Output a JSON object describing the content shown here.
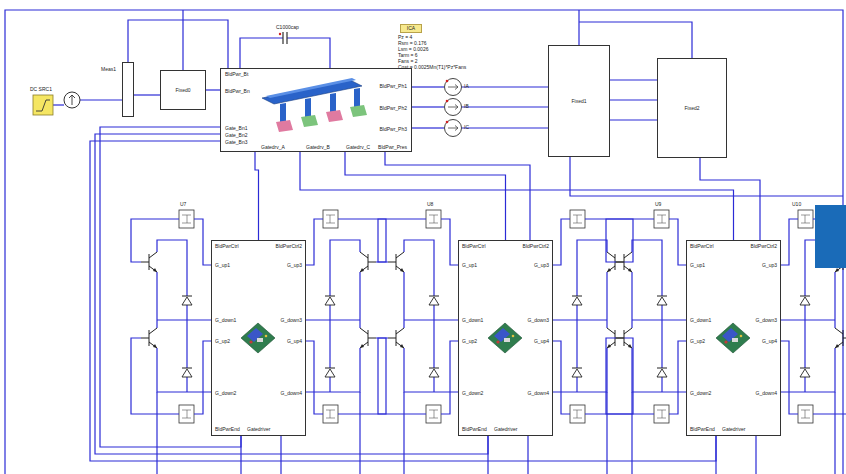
{
  "diagram": {
    "nodes": [
      {
        "text": [
          "Meas1"
        ]
      },
      {
        "text": [
          "Fixed0"
        ]
      },
      {
        "text": [
          "BldPwr_Bt",
          "BldPwr_Bn",
          "Gate_Bn1",
          "Gate_Bn2",
          "Gate_Bn3",
          "BldPwr_Ph1",
          "BldPwr_Ph2",
          "BldPwr_Ph3",
          "Gatedrv_A",
          "Gatedrv_B",
          "Gatedrv_C",
          "BldPwr_Pres"
        ]
      },
      {
        "text": [
          "ICA"
        ]
      },
      {
        "text": [
          "IA"
        ]
      },
      {
        "text": [
          "IB"
        ]
      },
      {
        "text": [
          "IC"
        ]
      },
      {
        "text": [
          "Fixed1"
        ]
      },
      {
        "text": [
          "Fixed2"
        ]
      },
      {
        "text": [
          "BldPwrCtrl",
          "BldPwrCtrl2",
          "G_up1",
          "G_down1",
          "G_up2",
          "G_down2",
          "G_up3",
          "G_down3",
          "G_up4",
          "G_down4",
          "BldPwrEnd",
          "Gatedriver"
        ]
      },
      {
        "text": [
          "BldPwrCtrl",
          "BldPwrCtrl2",
          "G_up1",
          "G_down1",
          "G_up2",
          "G_down2",
          "G_up3",
          "G_down3",
          "G_up4",
          "G_down4",
          "BldPwrEnd",
          "Gatedriver"
        ]
      },
      {
        "text": [
          "BldPwrCtrl",
          "BldPwrCtrl2",
          "G_up1",
          "G_down1",
          "G_up2",
          "G_down2",
          "G_up3",
          "G_down3",
          "G_up4",
          "G_down4",
          "BldPwrEnd",
          "Gatedriver"
        ]
      }
    ],
    "edges": [
      {
        "from": 0,
        "to": 1,
        "arrow": "none"
      },
      {
        "from": 1,
        "to": 2,
        "arrow": "none"
      },
      {
        "from": 2,
        "to": 4,
        "arrow": "none"
      },
      {
        "from": 2,
        "to": 5,
        "arrow": "none"
      },
      {
        "from": 2,
        "to": 6,
        "arrow": "none"
      },
      {
        "from": 4,
        "to": 7,
        "arrow": "none"
      },
      {
        "from": 5,
        "to": 7,
        "arrow": "none"
      },
      {
        "from": 6,
        "to": 7,
        "arrow": "none"
      },
      {
        "from": 7,
        "to": 8,
        "arrow": "none"
      },
      {
        "from": 2,
        "to": 9,
        "arrow": "none"
      },
      {
        "from": 2,
        "to": 10,
        "arrow": "none"
      },
      {
        "from": 2,
        "to": 11,
        "arrow": "none"
      }
    ],
    "labels": [
      "U7",
      "U8",
      "U9",
      "U10",
      "C1000cap",
      "Pz = 4",
      "Rsm = 0.176",
      "Lsm = 0.0026",
      "Tarm = 6",
      "Fans = 2",
      "Cost = 0.0025Mn(T1)*Pz*Fans",
      "DC SRC1"
    ]
  }
}
